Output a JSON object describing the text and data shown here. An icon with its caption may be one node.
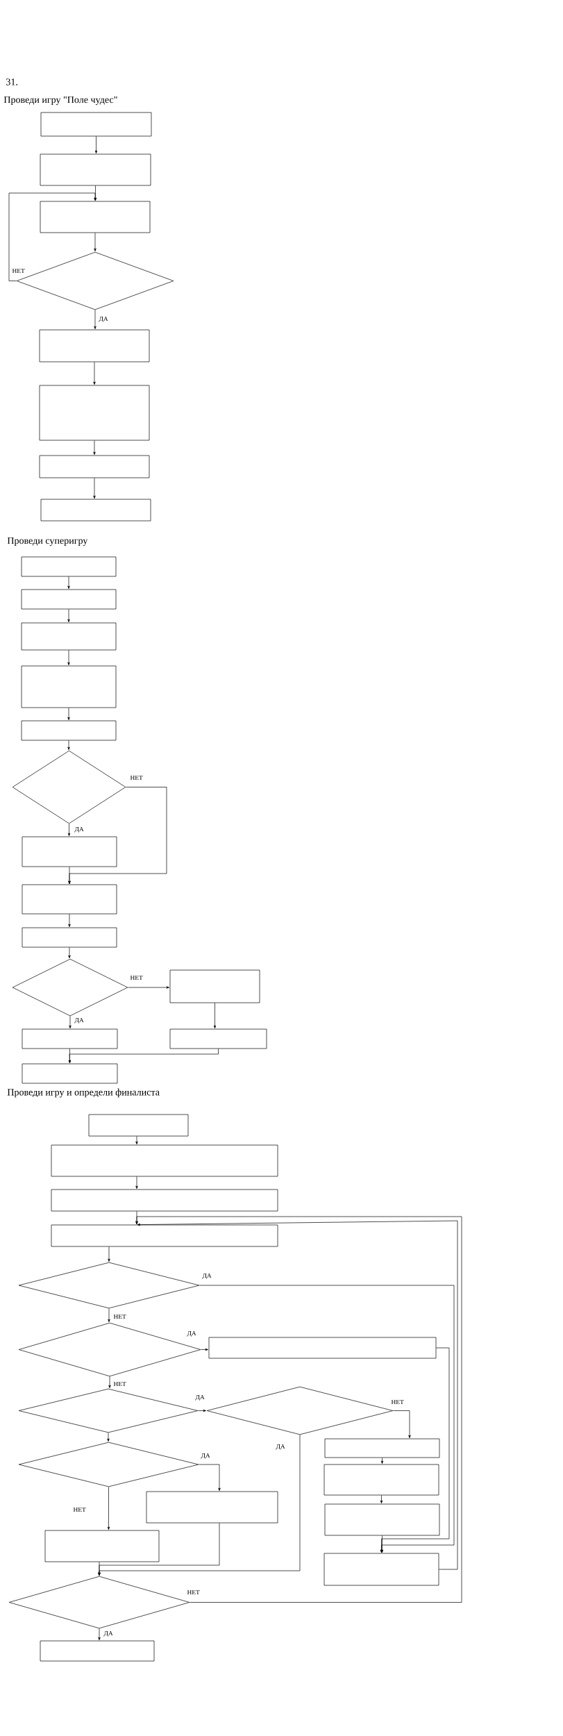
{
  "diagram": {
    "nodes": [
      {
        "text": [],
        "shape": "box"
      },
      {
        "text": [],
        "shape": "box"
      },
      {
        "text": [],
        "shape": "box"
      },
      {
        "text": [],
        "shape": "diamond"
      },
      {
        "text": [],
        "shape": "box"
      },
      {
        "text": [],
        "shape": "box"
      },
      {
        "text": [],
        "shape": "box"
      },
      {
        "text": [],
        "shape": "box"
      },
      {
        "text": [],
        "shape": "box"
      },
      {
        "text": [],
        "shape": "box"
      },
      {
        "text": [],
        "shape": "box"
      },
      {
        "text": [],
        "shape": "box"
      },
      {
        "text": [],
        "shape": "box"
      },
      {
        "text": [],
        "shape": "diamond"
      },
      {
        "text": [],
        "shape": "box"
      },
      {
        "text": [],
        "shape": "box"
      },
      {
        "text": [],
        "shape": "box"
      },
      {
        "text": [],
        "shape": "diamond"
      },
      {
        "text": [],
        "shape": "box"
      },
      {
        "text": [],
        "shape": "box"
      },
      {
        "text": [],
        "shape": "box"
      },
      {
        "text": [],
        "shape": "box"
      },
      {
        "text": [],
        "shape": "box"
      },
      {
        "text": [],
        "shape": "box"
      },
      {
        "text": [],
        "shape": "box"
      },
      {
        "text": [],
        "shape": "box"
      },
      {
        "text": [],
        "shape": "diamond"
      },
      {
        "text": [],
        "shape": "diamond"
      },
      {
        "text": [],
        "shape": "box"
      },
      {
        "text": [],
        "shape": "diamond"
      },
      {
        "text": [],
        "shape": "diamond"
      },
      {
        "text": [],
        "shape": "box"
      },
      {
        "text": [],
        "shape": "box"
      },
      {
        "text": [],
        "shape": "box"
      },
      {
        "text": [],
        "shape": "box"
      },
      {
        "text": [],
        "shape": "diamond"
      },
      {
        "text": [],
        "shape": "box"
      },
      {
        "text": [],
        "shape": "box"
      },
      {
        "text": [],
        "shape": "diamond"
      },
      {
        "text": [],
        "shape": "box"
      }
    ],
    "edges": [
      {
        "from": 0,
        "to": 1,
        "arrow": "to"
      },
      {
        "from": 1,
        "to": 2,
        "arrow": "to"
      },
      {
        "from": 2,
        "to": 3,
        "arrow": "to"
      },
      {
        "from": 3,
        "to": 2,
        "arrow": "to",
        "label": "НЕТ"
      },
      {
        "from": 3,
        "to": 4,
        "arrow": "to",
        "label": "ДА"
      },
      {
        "from": 4,
        "to": 5,
        "arrow": "to"
      },
      {
        "from": 5,
        "to": 6,
        "arrow": "to"
      },
      {
        "from": 6,
        "to": 7,
        "arrow": "to"
      },
      {
        "from": 8,
        "to": 9,
        "arrow": "to"
      },
      {
        "from": 9,
        "to": 10,
        "arrow": "to"
      },
      {
        "from": 10,
        "to": 11,
        "arrow": "to"
      },
      {
        "from": 11,
        "to": 12,
        "arrow": "to"
      },
      {
        "from": 12,
        "to": 13,
        "arrow": "to"
      },
      {
        "from": 13,
        "to": 14,
        "arrow": "to",
        "label": "ДА"
      },
      {
        "from": 13,
        "to": 15,
        "arrow": "to",
        "label": "НЕТ"
      },
      {
        "from": 14,
        "to": 15,
        "arrow": "to"
      },
      {
        "from": 15,
        "to": 16,
        "arrow": "to"
      },
      {
        "from": 16,
        "to": 17,
        "arrow": "to"
      },
      {
        "from": 17,
        "to": 18,
        "arrow": "to",
        "label": "НЕТ"
      },
      {
        "from": 17,
        "to": 19,
        "arrow": "to",
        "label": "ДА"
      },
      {
        "from": 18,
        "to": 20,
        "arrow": "to"
      },
      {
        "from": 19,
        "to": 21,
        "arrow": "to"
      },
      {
        "from": 20,
        "to": 21,
        "arrow": "to"
      },
      {
        "from": 22,
        "to": 23,
        "arrow": "to"
      },
      {
        "from": 23,
        "to": 24,
        "arrow": "to"
      },
      {
        "from": 24,
        "to": 25,
        "arrow": "to"
      },
      {
        "from": 25,
        "to": 26,
        "arrow": "to"
      },
      {
        "from": 26,
        "to": 27,
        "arrow": "to",
        "label": "НЕТ"
      },
      {
        "from": 26,
        "to": 34,
        "arrow": "to",
        "label": "ДА"
      },
      {
        "from": 27,
        "to": 28,
        "arrow": "to",
        "label": "ДА"
      },
      {
        "from": 27,
        "to": 29,
        "arrow": "to",
        "label": "НЕТ"
      },
      {
        "from": 28,
        "to": 34,
        "arrow": "to"
      },
      {
        "from": 29,
        "to": 30,
        "arrow": "to",
        "label": "ДА"
      },
      {
        "from": 29,
        "to": 35,
        "arrow": "to"
      },
      {
        "from": 30,
        "to": 31,
        "arrow": "to",
        "label": "НЕТ"
      },
      {
        "from": 30,
        "to": 38,
        "arrow": "to",
        "label": "ДА"
      },
      {
        "from": 31,
        "to": 32,
        "arrow": "to"
      },
      {
        "from": 32,
        "to": 33,
        "arrow": "to"
      },
      {
        "from": 33,
        "to": 34,
        "arrow": "to"
      },
      {
        "from": 34,
        "to": 25,
        "arrow": "to"
      },
      {
        "from": 35,
        "to": 36,
        "arrow": "to",
        "label": "ДА"
      },
      {
        "from": 35,
        "to": 37,
        "arrow": "to",
        "label": "НЕТ"
      },
      {
        "from": 36,
        "to": 38,
        "arrow": "to"
      },
      {
        "from": 37,
        "to": 38,
        "arrow": "to"
      },
      {
        "from": 38,
        "to": 39,
        "arrow": "to",
        "label": "ДА"
      },
      {
        "from": 38,
        "to": 25,
        "arrow": "to",
        "label": "НЕТ"
      }
    ],
    "labels": [
      "31.",
      "Проведи игру \"Поле чудес\"",
      "Проведи суперигру",
      "Проведи игру и определи финалиста"
    ]
  }
}
